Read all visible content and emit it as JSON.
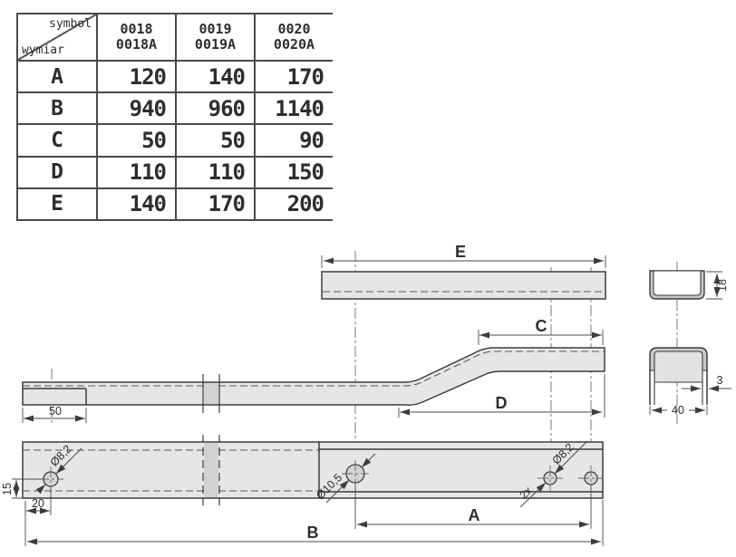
{
  "table": {
    "corner": {
      "top": "symbol",
      "bottom": "wymiar"
    },
    "columns": [
      {
        "line1": "0018",
        "line2": "0018A"
      },
      {
        "line1": "0019",
        "line2": "0019A"
      },
      {
        "line1": "0020",
        "line2": "0020A"
      }
    ],
    "rows": [
      {
        "label": "A",
        "values": [
          "120",
          "140",
          "170"
        ]
      },
      {
        "label": "B",
        "values": [
          "940",
          "960",
          "1140"
        ]
      },
      {
        "label": "C",
        "values": [
          "50",
          "50",
          "90"
        ]
      },
      {
        "label": "D",
        "values": [
          "110",
          "110",
          "150"
        ]
      },
      {
        "label": "E",
        "values": [
          "140",
          "170",
          "200"
        ]
      }
    ]
  },
  "drawing": {
    "dims": {
      "e": "E",
      "c": "C",
      "d": "D",
      "a": "A",
      "b": "B",
      "len50": "50",
      "len20": "20",
      "len15": "15",
      "h18": "18",
      "t3": "3",
      "w40": "40"
    },
    "holes": {
      "left": "Ø8,2",
      "middle": "Ø10,5",
      "right_qty": "2x",
      "right": "Ø8,2"
    }
  },
  "colors": {
    "part_fill": "#e6e6e6",
    "wall_fill": "#c8c8c8",
    "inner_fill": "#e2e2e2",
    "line": "#3d3d3d"
  }
}
